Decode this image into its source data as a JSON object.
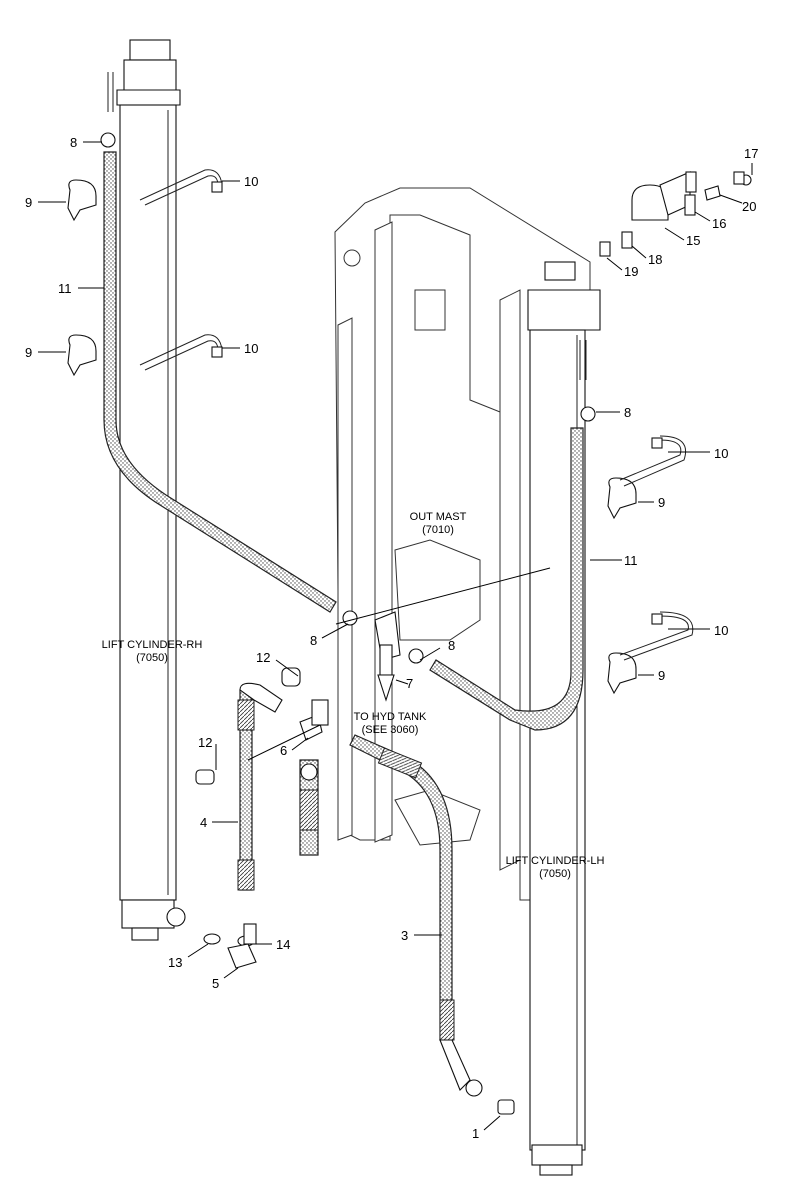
{
  "labels": {
    "out_mast": "OUT MAST",
    "out_mast_ref": "(7010)",
    "lift_rh": "LIFT CYLINDER-RH",
    "lift_rh_ref": "(7050)",
    "lift_lh": "LIFT CYLINDER-LH",
    "lift_lh_ref": "(7050)",
    "hyd_tank": "TO HYD TANK",
    "hyd_tank_ref": "(SEE 3060)"
  },
  "callouts": {
    "c8a": "8",
    "c9a": "9",
    "c10a": "10",
    "c11a": "11",
    "c9b": "9",
    "c10b": "10",
    "c17": "17",
    "c20": "20",
    "c16": "16",
    "c15": "15",
    "c18": "18",
    "c19": "19",
    "c8b": "8",
    "c10c": "10",
    "c9c": "9",
    "c11b": "11",
    "c8c": "8",
    "c8d": "8",
    "c12a": "12",
    "c7": "7",
    "c6": "6",
    "c12b": "12",
    "c10d": "10",
    "c9d": "9",
    "c4": "4",
    "c3": "3",
    "c13": "13",
    "c14": "14",
    "c5": "5",
    "c1": "1"
  }
}
